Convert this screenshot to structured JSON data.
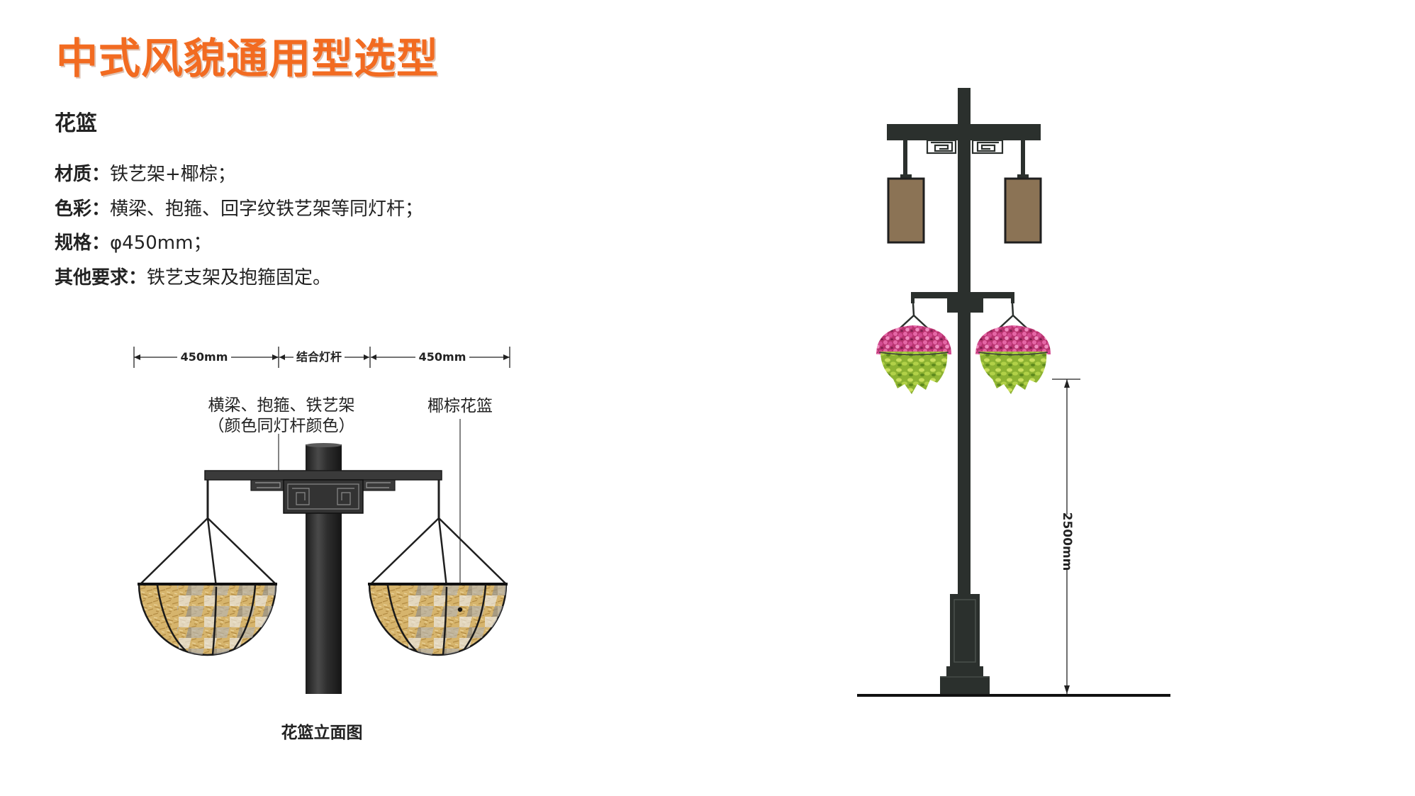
{
  "page": {
    "title": "中式风貌通用型选型"
  },
  "section": {
    "heading": "花篮",
    "specs": [
      {
        "label": "材质：",
        "value": "铁艺架+椰棕；"
      },
      {
        "label": "色彩：",
        "value": "横梁、抱箍、回字纹铁艺架等同灯杆；"
      },
      {
        "label": "规格：",
        "value": "φ450mm；"
      },
      {
        "label": "其他要求：",
        "value": "铁艺支架及抱箍固定。"
      }
    ]
  },
  "basket_elevation": {
    "dimensions": [
      "450mm",
      "结合灯杆",
      "450mm"
    ],
    "annotation_bracket": "横梁、抱箍、铁艺架",
    "annotation_bracket_note": "（颜色同灯杆颜色）",
    "annotation_basket": "椰棕花篮",
    "caption": "花篮立面图"
  },
  "pole_elevation": {
    "height_label": "2500mm"
  },
  "colors": {
    "title": "#F26B21",
    "text": "#222222",
    "pole": "#2B302D",
    "lantern": "#8B7355",
    "coir": "#D6B46C",
    "flowers": "#B8336F",
    "leaves": "#8DB332"
  }
}
